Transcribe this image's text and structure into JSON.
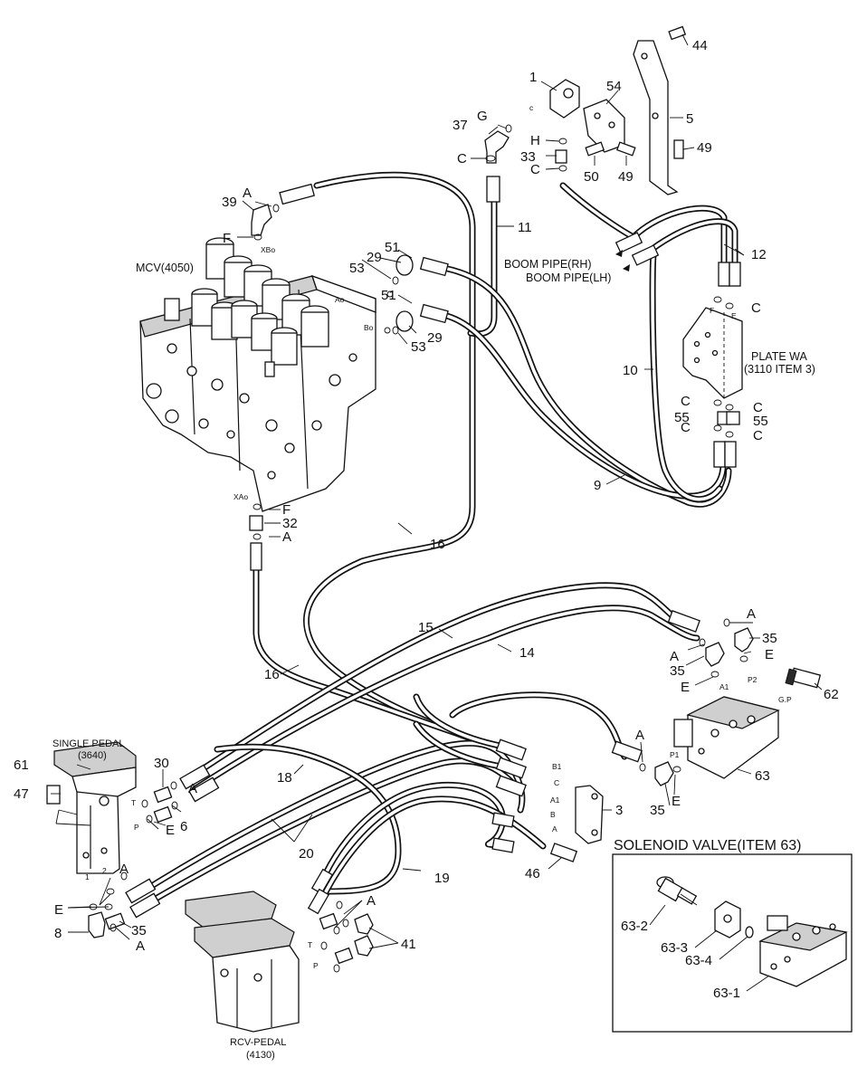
{
  "callouts": {
    "p1": "1",
    "p3": "3",
    "p5": "5",
    "p6": "6",
    "p8": "8",
    "p9": "9",
    "p10": "10",
    "p11": "11",
    "p12": "12",
    "p14": "14",
    "p15": "15",
    "p16a": "16",
    "p16b": "16",
    "p18": "18",
    "p19": "19",
    "p20": "20",
    "p29a": "29",
    "p29b": "29",
    "p30": "30",
    "p32": "32",
    "p33": "33",
    "p35a": "35",
    "p35b": "35",
    "p35c": "35",
    "p35d": "35",
    "p37": "37",
    "p39": "39",
    "p41": "41",
    "p44": "44",
    "p46": "46",
    "p47": "47",
    "p49a": "49",
    "p49b": "49",
    "p50": "50",
    "p51a": "51",
    "p51b": "51",
    "p53a": "53",
    "p53b": "53",
    "p54": "54",
    "p55a": "55",
    "p55b": "55",
    "p61": "61",
    "p62": "62",
    "p63": "63"
  },
  "letters": {
    "A": "A",
    "C": "C",
    "E": "E",
    "F": "F",
    "G": "G",
    "H": "H"
  },
  "labels": {
    "mcv": "MCV(4050)",
    "boom_rh": "BOOM PIPE(RH)",
    "boom_lh": "BOOM PIPE(LH)",
    "plate_wa_1": "PLATE WA",
    "plate_wa_2": "(3110 ITEM 3)",
    "single_pedal_1": "SINGLE PEDAL",
    "single_pedal_2": "(3640)",
    "rcv_pedal_1": "RCV-PEDAL",
    "rcv_pedal_2": "(4130)"
  },
  "ports": {
    "xbo": "XBo",
    "xao": "XAo",
    "ao": "Ao",
    "bo": "Bo",
    "c": "c",
    "f": "F",
    "e": "E",
    "a1": "A1",
    "p2": "P2",
    "p1": "P1",
    "gp": "G.P",
    "b1": "B1",
    "c2": "C",
    "a1b": "A1",
    "b": "B",
    "a": "A",
    "t1": "T",
    "p": "P",
    "t2": "T",
    "p3": "P",
    "n1": "1",
    "n2": "2"
  },
  "inset": {
    "title": "SOLENOID VALVE(ITEM 63)",
    "parts": [
      "63-2",
      "63-3",
      "63-4",
      "63-1"
    ]
  }
}
